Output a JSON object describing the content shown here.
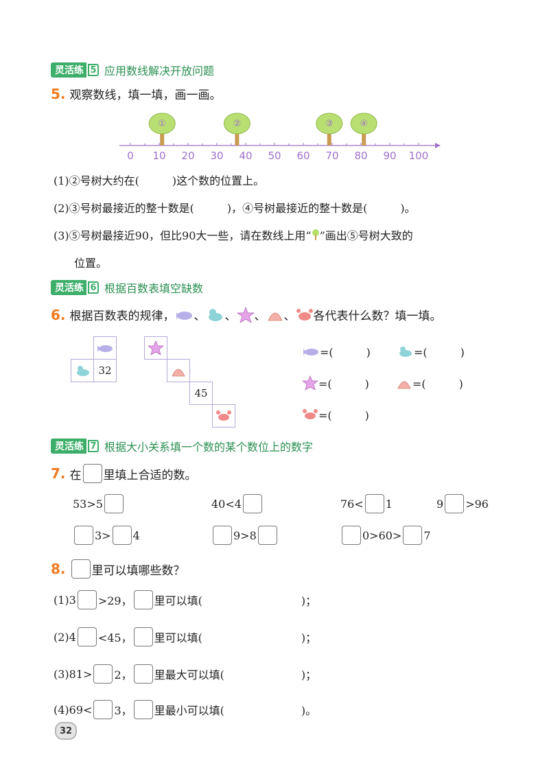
{
  "sections": [
    {
      "tag": "灵活练",
      "num": "5",
      "title": "应用数线解决开放问题"
    },
    {
      "tag": "灵活练",
      "num": "6",
      "title": "根据百数表填空缺数"
    },
    {
      "tag": "灵活练",
      "num": "7",
      "title": "根据大小关系填一个数的某个数位上的数字"
    }
  ],
  "q5": {
    "num": "5.",
    "text": "观察数线，填一填，画一画。",
    "number_line": {
      "ticks": [
        "0",
        "10",
        "20",
        "30",
        "40",
        "50",
        "60",
        "70",
        "80",
        "90",
        "100"
      ],
      "trees": [
        {
          "label": "①",
          "value": 11
        },
        {
          "label": "②",
          "value": 37
        },
        {
          "label": "③",
          "value": 69
        },
        {
          "label": "④",
          "value": 81
        }
      ]
    },
    "p1": "(1)②号树大约在(　　　)这个数的位置上。",
    "p2": "(2)③号树最接近的整十数是(　　　)，④号树最接近的整十数是(　　　)。",
    "p3a": "(3)⑤号树最接近90，但比90大一些，请在数线上用“",
    "p3b": "”画出⑤号树大致的",
    "p3c": "位置。"
  },
  "q6": {
    "num": "6.",
    "text_a": "根据百数表的规律，",
    "sep": "、",
    "text_b": "各代表什么数？填一填。",
    "cell_32": "32",
    "cell_45": "45",
    "eq": "=(　　　)"
  },
  "q7": {
    "num": "7.",
    "text_a": "在",
    "text_b": "里填上合适的数。",
    "r1": [
      {
        "a": "53>5",
        "b": ""
      },
      {
        "a": "40<4",
        "b": ""
      },
      {
        "a": "76<",
        "b": "1"
      },
      {
        "a": "9",
        "b": ">96"
      }
    ],
    "r2a": "3>",
    "r2b": "4",
    "r2c": "9>8",
    "r2d": "0>60>",
    "r2e": "7"
  },
  "q8": {
    "num": "8.",
    "text": "里可以填哪些数？",
    "items": [
      {
        "pre": "(1)3",
        "mid": ">29，",
        "post": "里可以填(　　　　　　　　　)；"
      },
      {
        "pre": "(2)4",
        "mid": "<45，",
        "post": "里可以填(　　　　　　　　　)；"
      },
      {
        "pre": "(3)81>",
        "mid": "2，",
        "post": "里最大可以填(　　　　　　　)；"
      },
      {
        "pre": "(4)69<",
        "mid": "3，",
        "post": "里最小可以填(　　　　　　　)。"
      }
    ]
  },
  "page_number": "32",
  "colors": {
    "accent_green": "#3dae6a",
    "question_orange": "#f07a1e",
    "axis_purple": "#a070c8"
  }
}
